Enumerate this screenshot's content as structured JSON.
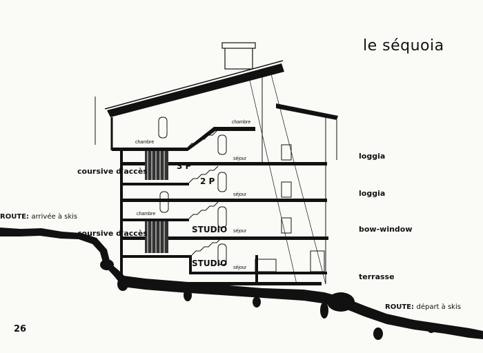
{
  "title": "le séquoia",
  "page_number": "26",
  "route_top": {
    "prefix": "ROUTE:",
    "text": "arrivée à skis"
  },
  "route_bottom": {
    "prefix": "ROUTE:",
    "text": "départ à skis"
  },
  "left_labels": [
    "coursive d'accès",
    "coursive d'accès"
  ],
  "right_labels": [
    "loggia",
    "loggia",
    "bow-window",
    "terrasse"
  ],
  "rooms": {
    "chambre": [
      "chambre",
      "chambre",
      "chambre"
    ],
    "sejour": [
      "séjour",
      "séjour",
      "séjour",
      "séjour"
    ]
  },
  "units": [
    "3 P",
    "2 P",
    "STUDIO",
    "STUDIO"
  ]
}
